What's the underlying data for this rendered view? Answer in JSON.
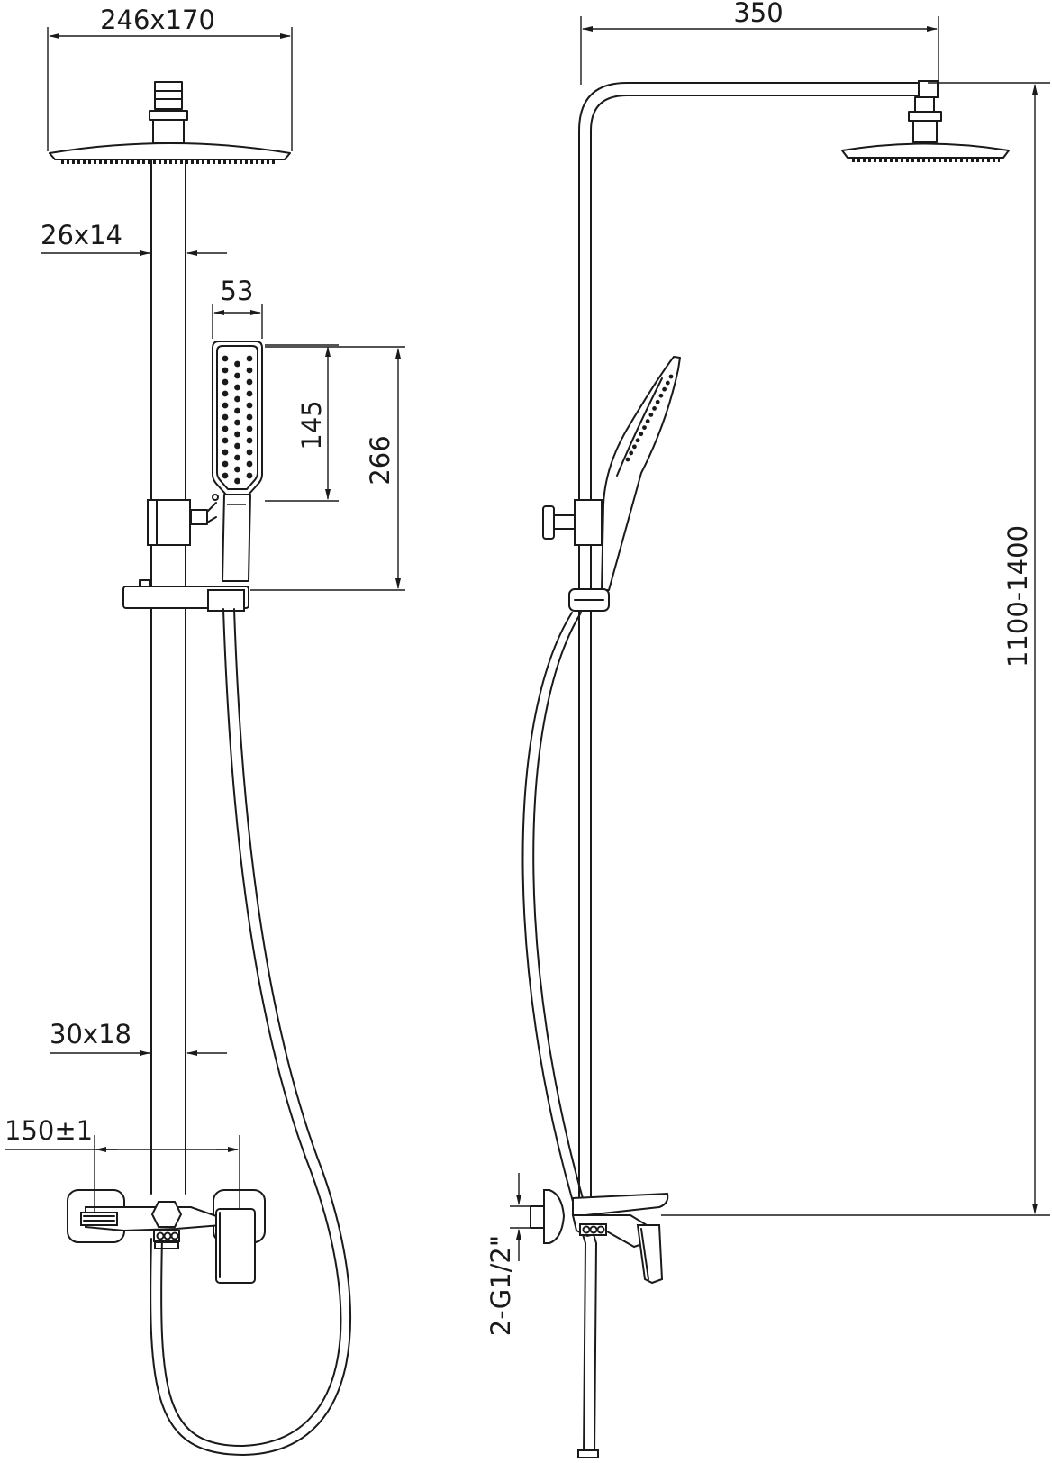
{
  "dimensions": {
    "overhead_size": "246x170",
    "arm_length": "350",
    "upper_rod_section": "26x14",
    "hand_shower_width": "53",
    "spray_face_length": "145",
    "hand_shower_length": "266",
    "column_height": "1100-1400",
    "lower_rod_section": "30x18",
    "inlet_spacing": "150±1",
    "inlet_thread": "2-G1/2\""
  },
  "views": [
    "front-view",
    "side-view"
  ]
}
